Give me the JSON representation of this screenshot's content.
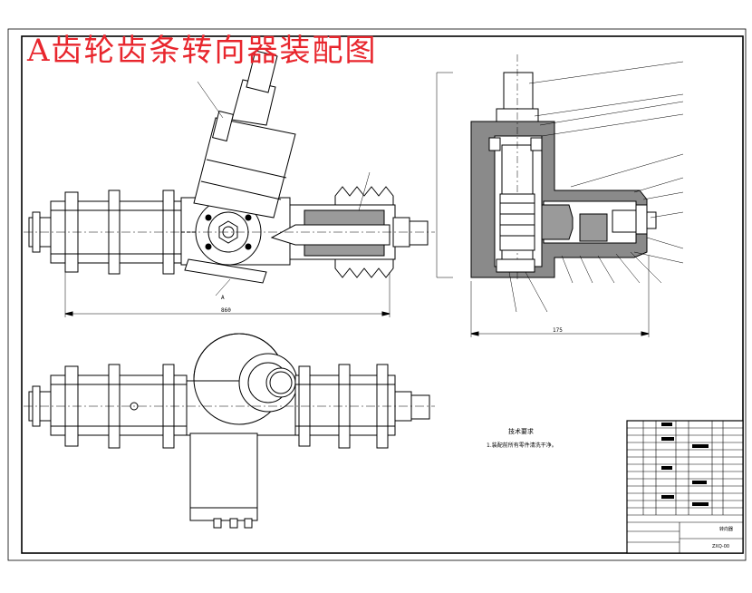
{
  "drawing": {
    "title": "A齿轮齿条转向器装配图",
    "notes_title": "技术要求",
    "notes_line": "1.装配前所有零件清洗干净。",
    "dim_overall_length": "860",
    "dim_section_width": "175",
    "section_label": "A",
    "title_block": {
      "name": "转向器",
      "drawing_no": "ZXQ-00"
    }
  }
}
